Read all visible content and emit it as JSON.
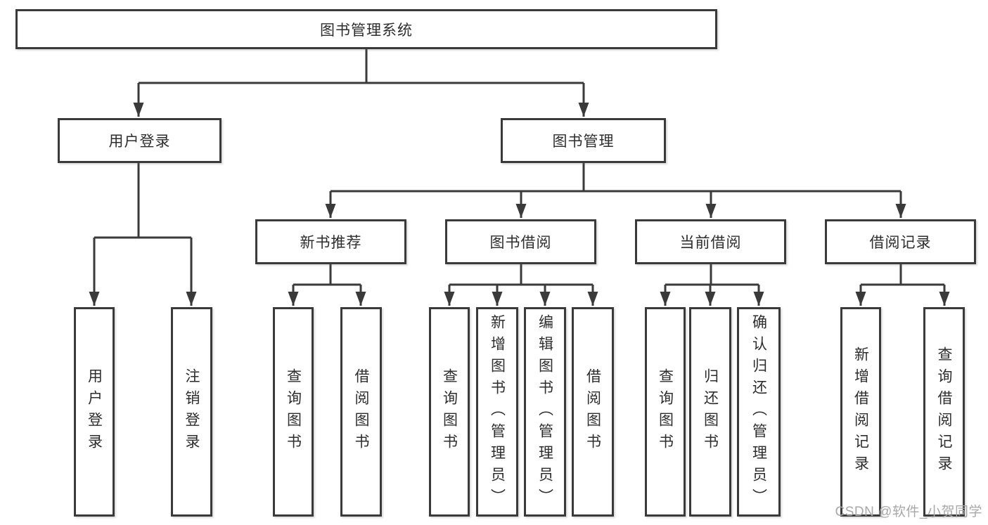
{
  "colors": {
    "line": "#3a3a3a",
    "box_border": "#3a3a3a",
    "text": "#2d2d2d",
    "watermark": "#a8a8a8",
    "background": "#ffffff"
  },
  "tree": {
    "root": {
      "label": "图书管理系统"
    },
    "level2": [
      {
        "label": "用户登录",
        "children": [
          {
            "label": "用户登录"
          },
          {
            "label": "注销登录"
          }
        ]
      },
      {
        "label": "图书管理",
        "children": [
          {
            "label": "新书推荐",
            "children": [
              {
                "label": "查询图书"
              },
              {
                "label": "借阅图书"
              }
            ]
          },
          {
            "label": "图书借阅",
            "children": [
              {
                "label": "查询图书"
              },
              {
                "label": "新增图书（管理员）"
              },
              {
                "label": "编辑图书（管理员）"
              },
              {
                "label": "借阅图书"
              }
            ]
          },
          {
            "label": "当前借阅",
            "children": [
              {
                "label": "查询图书"
              },
              {
                "label": "归还图书"
              },
              {
                "label": "确认归还（管理员）"
              }
            ]
          },
          {
            "label": "借阅记录",
            "children": [
              {
                "label": "新增借阅记录"
              },
              {
                "label": "查询借阅记录"
              }
            ]
          }
        ]
      }
    ]
  },
  "watermark": {
    "text": "CSDN @软件_小贺同学"
  }
}
